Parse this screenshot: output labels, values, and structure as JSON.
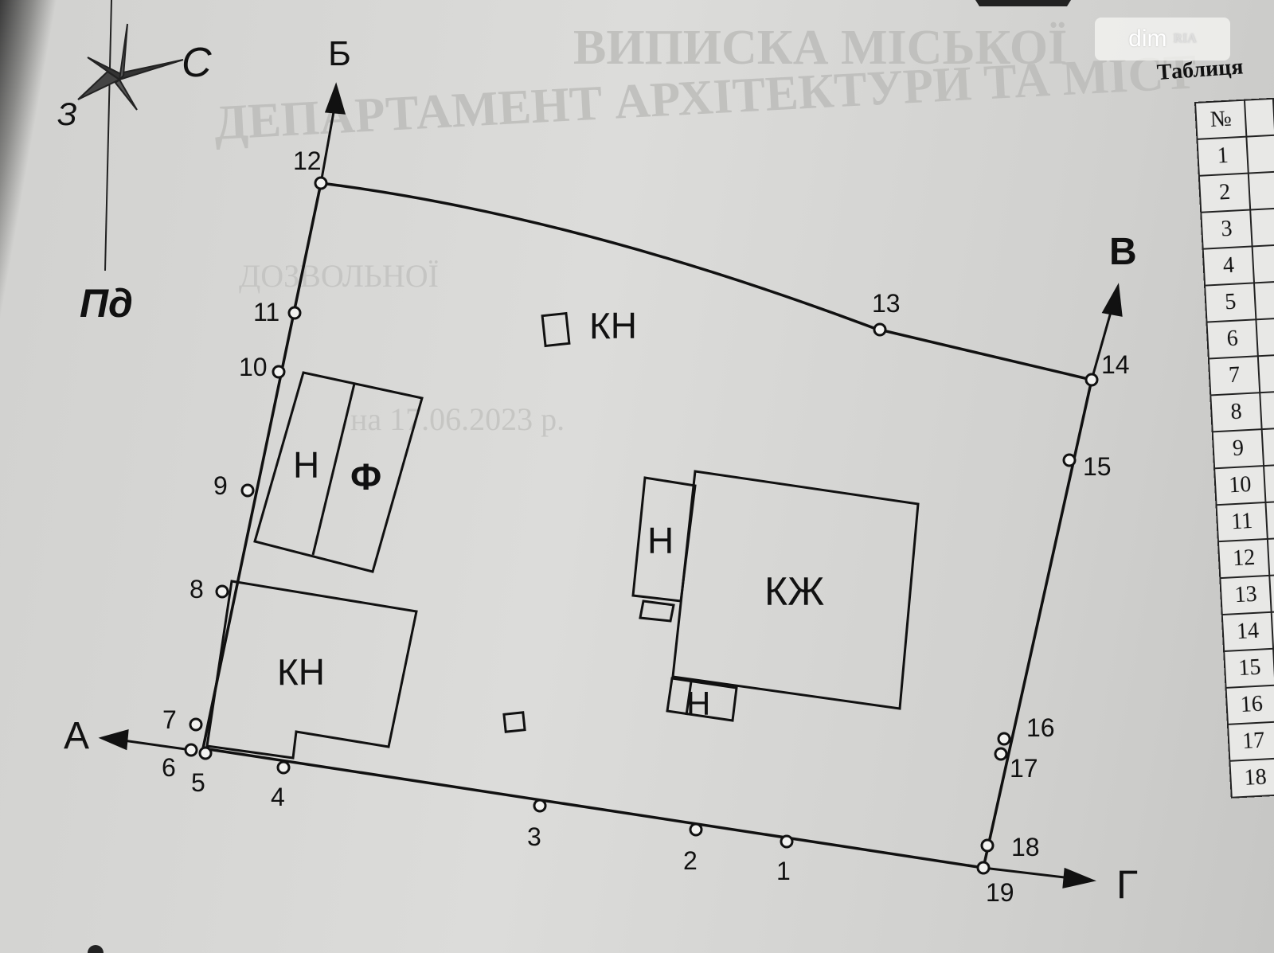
{
  "compass": {
    "north": "С",
    "west": "З",
    "south": "Пд"
  },
  "directions": {
    "a": "А",
    "b": "Б",
    "v": "В",
    "g": "Г"
  },
  "points": [
    "1",
    "2",
    "3",
    "4",
    "5",
    "6",
    "7",
    "8",
    "9",
    "10",
    "11",
    "12",
    "13",
    "14",
    "15",
    "16",
    "17",
    "18",
    "19"
  ],
  "buildings": {
    "kn_top": "КН",
    "n_left": "Н",
    "f_left": "Ф",
    "kn_bottom": "КН",
    "n_right": "Н",
    "kzh": "КЖ",
    "n_bottom": "Н"
  },
  "watermark": {
    "text": "dim",
    "brand": "RIA"
  },
  "table": {
    "caption": "Таблиця",
    "header": "№",
    "rows": [
      "1",
      "2",
      "3",
      "4",
      "5",
      "6",
      "7",
      "8",
      "9",
      "10",
      "11",
      "12",
      "13",
      "14",
      "15",
      "16",
      "17",
      "18"
    ]
  },
  "background_text": [
    "ВИПИСКА МІСЬКОЇ",
    "ДЕПАРТАМЕНТ АРХІТЕКТУРИ ТА МІСТ",
    "ДОЗВОЛЬНОЇ",
    "на 17.06.2023 р."
  ],
  "colors": {
    "ink": "#111111",
    "paper": "#d8d8d6"
  }
}
